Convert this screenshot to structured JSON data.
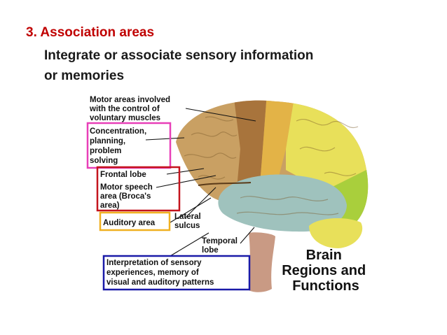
{
  "slide": {
    "heading": "3. Association areas",
    "line1": "Integrate or associate sensory information",
    "line2": "or memories"
  },
  "figure": {
    "labels": {
      "motor_areas": [
        "Motor areas involved",
        "with the control of",
        "voluntary muscles"
      ],
      "concentration": [
        "Concentration,",
        "planning,",
        "problem",
        "solving"
      ],
      "frontal_lobe": "Frontal lobe",
      "broca": [
        "Motor speech",
        "area (Broca's",
        "area)"
      ],
      "auditory": "Auditory area",
      "lateral_sulcus": [
        "Lateral",
        "sulcus"
      ],
      "temporal_lobe": [
        "Temporal",
        "lobe"
      ],
      "interpretation": [
        "Interpretation of sensory",
        "experiences, memory of",
        "visual and auditory patterns"
      ],
      "title": [
        "Brain",
        "Regions and",
        "Functions"
      ]
    },
    "box_colors": {
      "concentration": "#e83fb8",
      "frontal": "#c4141d",
      "auditory": "#f0b020",
      "interpretation": "#1a1aa8"
    },
    "region_colors": {
      "frontal": "#c9a063",
      "motor_strip": "#a8743c",
      "sensory_strip": "#e3b347",
      "parietal": "#e8e05a",
      "occipital": "#a9cf3c",
      "temporal": "#9fc2bd",
      "brainstem": "#c99a84"
    }
  }
}
